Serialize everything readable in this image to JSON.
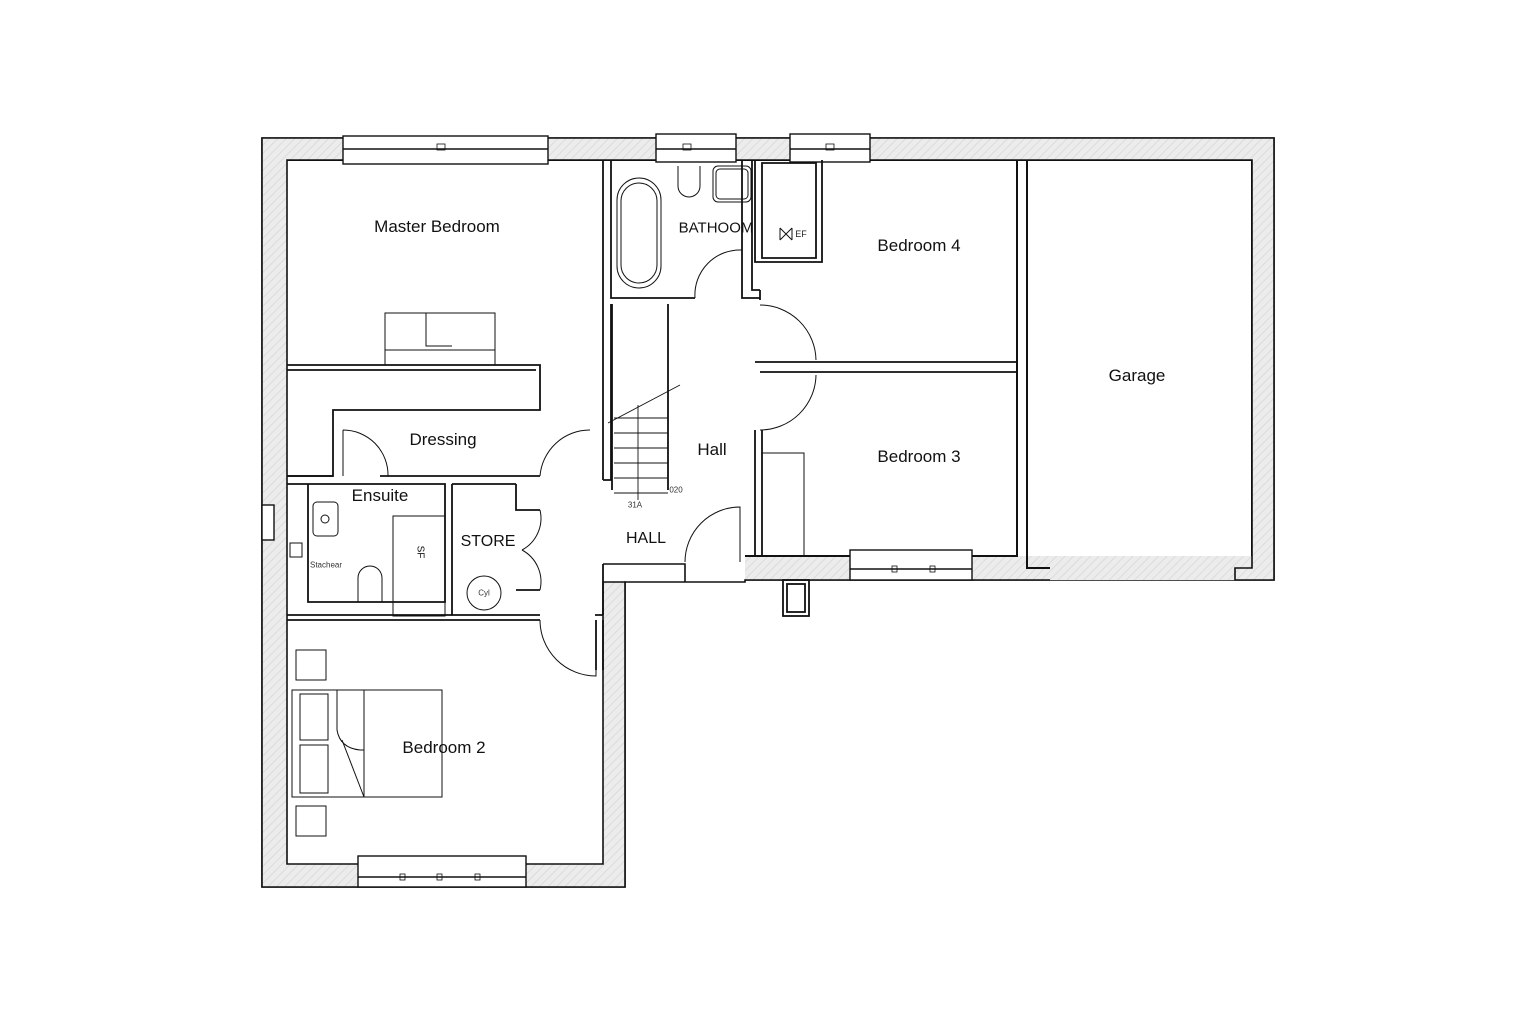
{
  "drawing": {
    "type": "floor plan",
    "colors": {
      "line": "#111111",
      "wall_fill": "#e9e9e9",
      "background": "#ffffff"
    }
  },
  "rooms": {
    "master_bedroom": "Master Bedroom",
    "bathroom": "BATHOOM",
    "bedroom4": "Bedroom 4",
    "garage": "Garage",
    "dressing": "Dressing",
    "hall_upper": "Hall",
    "bedroom3": "Bedroom 3",
    "ensuite": "Ensuite",
    "store": "STORE",
    "hall_lower": "HALL",
    "bedroom2": "Bedroom 2"
  },
  "annotations": {
    "extractor_fan": "EF",
    "shower_tray": "SF",
    "ensuite_small": "Stachear",
    "cylinder": "Cyl",
    "stair_up": "31A",
    "stair_dim": "020"
  }
}
